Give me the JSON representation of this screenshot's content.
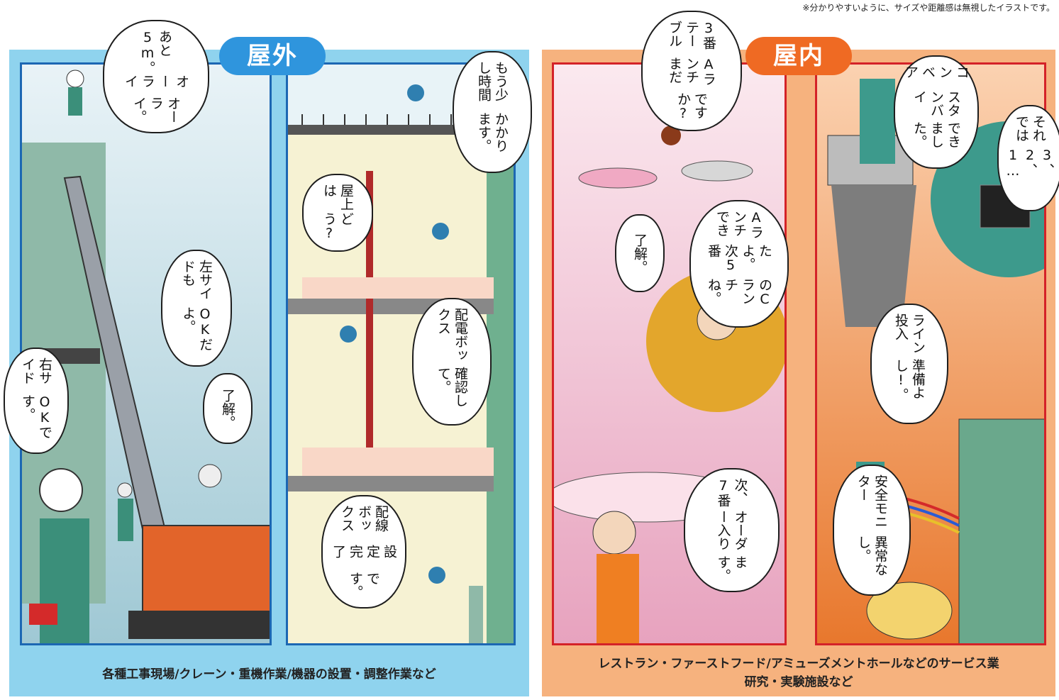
{
  "note": "※分かりやすいように、サイズや距離感は無視したイラストです。",
  "outdoor": {
    "title": "屋外",
    "caption": "各種工事現場/クレーン・重機作業/機器の設置・調整作業など",
    "bubbles": {
      "b1": [
        "あと5m。",
        "オーライ",
        "オーライ。"
      ],
      "b2": [
        "左サイドも",
        "OKだよ。"
      ],
      "b3": [
        "右サイド",
        "OKです。"
      ],
      "b4": [
        "了解。"
      ],
      "b5": [
        "もう少し時間",
        "かかります。"
      ],
      "b6": [
        "屋上は",
        "どう?"
      ],
      "b7": [
        "配電ボックス",
        "確認して。"
      ],
      "b8": [
        "配線ボックス",
        "設定完了",
        "です。"
      ]
    }
  },
  "indoor": {
    "title": "屋内",
    "caption_line1": "レストラン・ファーストフード/アミューズメントホールなどのサービス業",
    "caption_line2": "研究・実験施設など",
    "bubbles": {
      "c1": [
        "3番テーブル",
        "Aランチまだ",
        "ですか?"
      ],
      "c2": [
        "了解。"
      ],
      "c3": [
        "Aランチでき",
        "たよ。次5番",
        "のCランチね。"
      ],
      "c4": [
        "次、7番",
        "オーダー入り",
        "ます。"
      ],
      "c5": [
        "コンベア",
        "スタンバイ",
        "できました。"
      ],
      "c6": [
        "それでは",
        "3、2、1…"
      ],
      "c7": [
        "ライン投入",
        "準備よし!。"
      ],
      "c8": [
        "安全モニター",
        "異常なし。"
      ]
    }
  },
  "colors": {
    "outdoor_bg": "#8fd3ee",
    "indoor_bg": "#f6b27e",
    "outdoor_border": "#1c67b3",
    "indoor_border": "#d42228",
    "outdoor_pill": "#2f95dd",
    "indoor_pill": "#ef6a23"
  }
}
